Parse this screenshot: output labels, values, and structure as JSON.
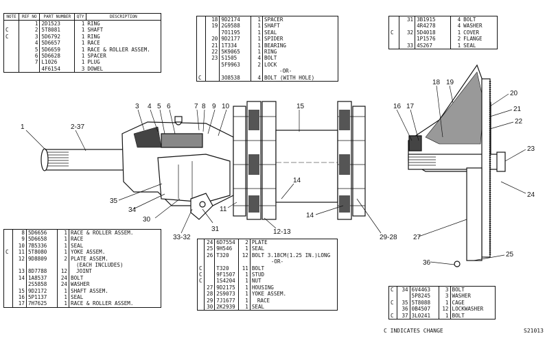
{
  "top_left_table": {
    "headers": [
      "NOTE",
      "REF NO",
      "PART NUMBER",
      "QTY",
      "DESCRIPTION"
    ],
    "rows": [
      [
        "",
        "1",
        "2D1523",
        "1",
        "RING"
      ],
      [
        "C",
        "2",
        "5T8081",
        "1",
        "SHAFT"
      ],
      [
        "C",
        "3",
        "5D6792",
        "1",
        "RING"
      ],
      [
        "",
        "4",
        "5D6657",
        "1",
        "RACE"
      ],
      [
        "",
        "5",
        "5D6659",
        "1",
        "RACE & ROLLER ASSEM."
      ],
      [
        "",
        "6",
        "5D6628",
        "1",
        "SPACER"
      ],
      [
        "",
        "7",
        "L1026",
        "1",
        "PLUG"
      ],
      [
        "",
        "",
        "4F6154",
        "3",
        "DOWEL"
      ]
    ]
  },
  "top_mid_table": {
    "rows": [
      [
        "",
        "18",
        "9D2174",
        "1",
        "SPACER"
      ],
      [
        "",
        "19",
        "2G9588",
        "1",
        "SHAFT"
      ],
      [
        "",
        "",
        "7O1195",
        "1",
        "SEAL"
      ],
      [
        "",
        "20",
        "9D2177",
        "1",
        "SPIDER"
      ],
      [
        "",
        "21",
        "1T334",
        "1",
        "BEARING"
      ],
      [
        "",
        "22",
        "5K9065",
        "1",
        "RING"
      ],
      [
        "",
        "23",
        "S1505",
        "4",
        "BOLT"
      ],
      [
        "",
        "",
        "5F9963",
        "2",
        "LOCK"
      ],
      [
        "",
        "",
        "",
        "",
        "-OR-"
      ],
      [
        "C",
        "",
        "3O8538",
        "4",
        "BOLT (WITH HOLE)"
      ]
    ]
  },
  "top_right_table": {
    "rows": [
      [
        "",
        "31",
        "3B1915",
        "4",
        "BOLT"
      ],
      [
        "",
        "",
        "4R4278",
        "4",
        "WASHER"
      ],
      [
        "C",
        "32",
        "5D4018",
        "1",
        "COVER"
      ],
      [
        "",
        "",
        "1P1576",
        "2",
        "FLANGE"
      ],
      [
        "",
        "33",
        "4S267",
        "1",
        "SEAL"
      ]
    ]
  },
  "bot_left_table": {
    "rows": [
      [
        "",
        "8",
        "5D6656",
        "1",
        "RACE & ROLLER ASSEM."
      ],
      [
        "",
        "9",
        "5D6658",
        "1",
        "RACE"
      ],
      [
        "",
        "10",
        "7B5336",
        "1",
        "SEAL"
      ],
      [
        "C",
        "11",
        "5T8080",
        "1",
        "YOKE ASSEM."
      ],
      [
        "",
        "12",
        "9D8809",
        "2",
        "PLATE ASSEM."
      ],
      [
        "",
        "",
        "",
        "",
        "(EACH INCLUDES)"
      ],
      [
        "",
        "13",
        "8D7788",
        "12",
        "JOINT"
      ],
      [
        "",
        "14",
        "1A8537",
        "24",
        "BOLT"
      ],
      [
        "",
        "",
        "2S5858",
        "24",
        "WASHER"
      ],
      [
        "",
        "15",
        "9D2172",
        "1",
        "SHAFT ASSEM."
      ],
      [
        "",
        "16",
        "5P1137",
        "1",
        "SEAL"
      ],
      [
        "",
        "17",
        "7H7625",
        "1",
        "RACE & ROLLER ASSEM."
      ]
    ]
  },
  "bot_mid_table": {
    "rows": [
      [
        "",
        "24",
        "6D7554",
        "2",
        "PLATE"
      ],
      [
        "",
        "25",
        "9H546",
        "1",
        "SEAL"
      ],
      [
        "",
        "26",
        "T320",
        "12",
        "BOLT 3.18CM(1.25 IN.)LONG"
      ],
      [
        "",
        "",
        "",
        "",
        "-OR-"
      ],
      [
        "C",
        "",
        "T320",
        "11",
        "BOLT"
      ],
      [
        "C",
        "",
        "9F1507",
        "1",
        "STUD"
      ],
      [
        "C",
        "",
        "1S4204",
        "1",
        "NUT"
      ],
      [
        "",
        "27",
        "9D2175",
        "1",
        "HOUSING"
      ],
      [
        "",
        "28",
        "2S9073",
        "1",
        "YOKE ASSEM."
      ],
      [
        "",
        "29",
        "7J1677",
        "1",
        "RACE"
      ],
      [
        "",
        "30",
        "2K2939",
        "1",
        "SEAL"
      ]
    ]
  },
  "bot_right_table": {
    "rows": [
      [
        "C",
        "34",
        "6V4463",
        "3",
        "BOLT"
      ],
      [
        "",
        "",
        "5P8245",
        "3",
        "WASHER"
      ],
      [
        "C",
        "35",
        "5T8088",
        "1",
        "CAGE"
      ],
      [
        "",
        "36",
        "0B4507",
        "12",
        "LOCKWASHER"
      ],
      [
        "C",
        "37",
        "3L0241",
        "1",
        "BOLT"
      ]
    ]
  },
  "footer": {
    "change_note": "C   INDICATES CHANGE",
    "figure_id": "S21013"
  },
  "callouts": {
    "c1": "1",
    "c2_37": "2-37",
    "c3": "3",
    "c4": "4",
    "c5": "5",
    "c6": "6",
    "c7": "7",
    "c8": "8",
    "c9": "9",
    "c10": "10",
    "c11": "11",
    "c12_13": "12-13",
    "c14a": "14",
    "c14b": "14",
    "c15": "15",
    "c16": "16",
    "c17": "17",
    "c18": "18",
    "c19": "19",
    "c20": "20",
    "c21": "21",
    "c22": "22",
    "c23": "23",
    "c24": "24",
    "c25": "25",
    "c27": "27",
    "c29_28": "29-28",
    "c30": "30",
    "c31": "31",
    "c33_32": "33-32",
    "c34": "34",
    "c35": "35",
    "c36": "36"
  }
}
